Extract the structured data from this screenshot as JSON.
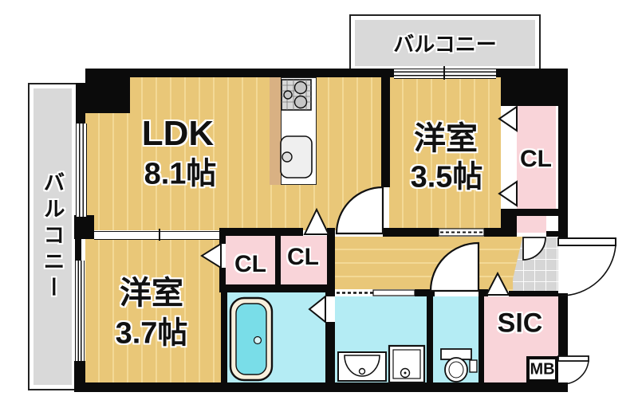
{
  "floorplan": {
    "rooms": {
      "ldk": {
        "name": "LDK",
        "size": "8.1帖"
      },
      "western_room_35": {
        "name": "洋室",
        "size": "3.5帖"
      },
      "western_room_37": {
        "name": "洋室",
        "size": "3.7帖"
      }
    },
    "closets": {
      "cl_room35": "CL",
      "cl_mid_left": "CL",
      "cl_mid_right": "CL",
      "shoes_in_closet": "SIC",
      "meter_box": "MB"
    },
    "balconies": {
      "top": "バルコニー",
      "left": "バルコニー"
    },
    "colors": {
      "tatami": "#e9c778",
      "tatami_stripe": "#f3d996",
      "closet_pink": "#f9d4d9",
      "wet_area_cyan": "#b4ecf4",
      "bathtub_cyan": "#79dde8",
      "balcony_gray": "#d9d9d9",
      "entrance_gray": "#d6d6d6",
      "wall_black": "#0b0b0b"
    }
  }
}
